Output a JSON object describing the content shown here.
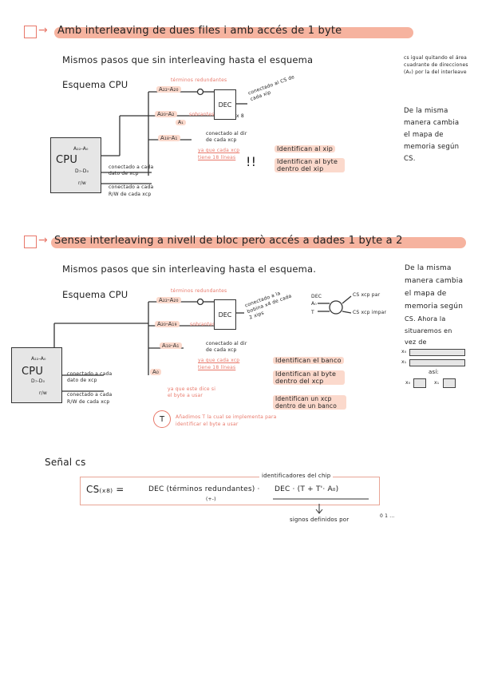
{
  "section1": {
    "title": "Amb interleaving de dues files i amb accés de 1 byte",
    "intro": "Mismos pasos que sin interleaving hasta el esquema",
    "side_note": "cs igual quitando el área cuadrante de direcciones (A₀) por la del interleave",
    "side_note2_l1": "De la misma",
    "side_note2_l2": "manera cambia",
    "side_note2_l3": "el mapa de",
    "side_note2_l4": "memoria según",
    "side_note2_l5": "CS.",
    "schema_label": "Esquema CPU",
    "cpu": {
      "label": "CPU",
      "addr": "A₂₂-A₀",
      "data": "D₇-D₀",
      "rw": "r/w"
    },
    "addr_hi": "A₂₂-A₂₀",
    "addr_mid": "A₂₀-A₂",
    "addr_mid_sub": "A₁",
    "addr_low": "A₁₈-A₁",
    "dec_label": "DEC",
    "dec_mult": "x 8",
    "terminos": "términos redundantes",
    "sobrantes": "sobrantes",
    "conectado_cs": "conectado al CS de cada xip",
    "conectado_dir": "conectado al dir de cada xcp",
    "ya_que": "ya que cada xcp tiene 18 líneas",
    "excl": "!!",
    "conectado_dato": "conectado a cada dato de xcp",
    "conectado_rw": "conectado a cada R/W de cada xcp",
    "ident_xip": "Identifican al xip",
    "ident_byte": "Identifican al byte dentro del xip"
  },
  "section2": {
    "title": "Sense interleaving a nivell de bloc però accés a dades 1 byte a 2",
    "intro": "Mismos pasos que sin interleaving hasta el esquema.",
    "side_l1": "De la misma",
    "side_l2": "manera cambia",
    "side_l3": "el mapa de",
    "side_l4": "memoria según",
    "side_l5": "CS. Ahora la",
    "side_l6": "situaremos en",
    "side_l7": "vez de",
    "side_x0": "x₀",
    "side_x1": "x₁",
    "side_asi": "así:",
    "schema_label": "Esquema CPU",
    "cpu": {
      "label": "CPU",
      "addr": "A₂₂-A₀",
      "data": "D₇-D₀",
      "rw": "r/w"
    },
    "addr_hi": "A₂₂-A₂₀",
    "addr_mid": "A₂₀-A₁₉",
    "addr_low": "A₁₈-A₁",
    "a0": "A₀",
    "dec_label": "DEC",
    "dec2_label": "DEC",
    "dec2_in0": "A₀",
    "dec2_in1": "T",
    "cs_par": "CS xcp par",
    "cs_impar": "CS xcp impar",
    "terminos": "términos redundantes",
    "sobrantes": "sobrantes",
    "conectado_banco": "conectado a la bobina x4 de cada 2 xips",
    "conectado_dir": "conectado al dir de cada xcp",
    "ya_que": "ya que cada xcp tiene 18 líneas",
    "a0_note": "ya que este dice si el byte a usar",
    "conectado_dato": "conectado a cada dato de xcp",
    "conectado_rw": "conectado a cada R/W de cada xcp",
    "ident_banco": "Identifican el banco",
    "ident_byte": "Identifican al byte dentro del xcp",
    "ident_xip": "Identifican un xcp dentro de un banco",
    "t_symbol": "T",
    "t_note": "Añadimos T la cual se implementa para identificar el byte a usar"
  },
  "senal": {
    "title": "Señal cs",
    "formula_over": "identificadores del chip",
    "formula_lhs": "CS₍ₓ₈₎ =",
    "formula_dec1": "DEC (términos redundantes) ·",
    "formula_dec1_sub": "(+-)",
    "formula_dec2": "DEC · (T + T'· A₀)",
    "formula_under": "signos definidos por",
    "formula_under2": "0 1 ..."
  }
}
